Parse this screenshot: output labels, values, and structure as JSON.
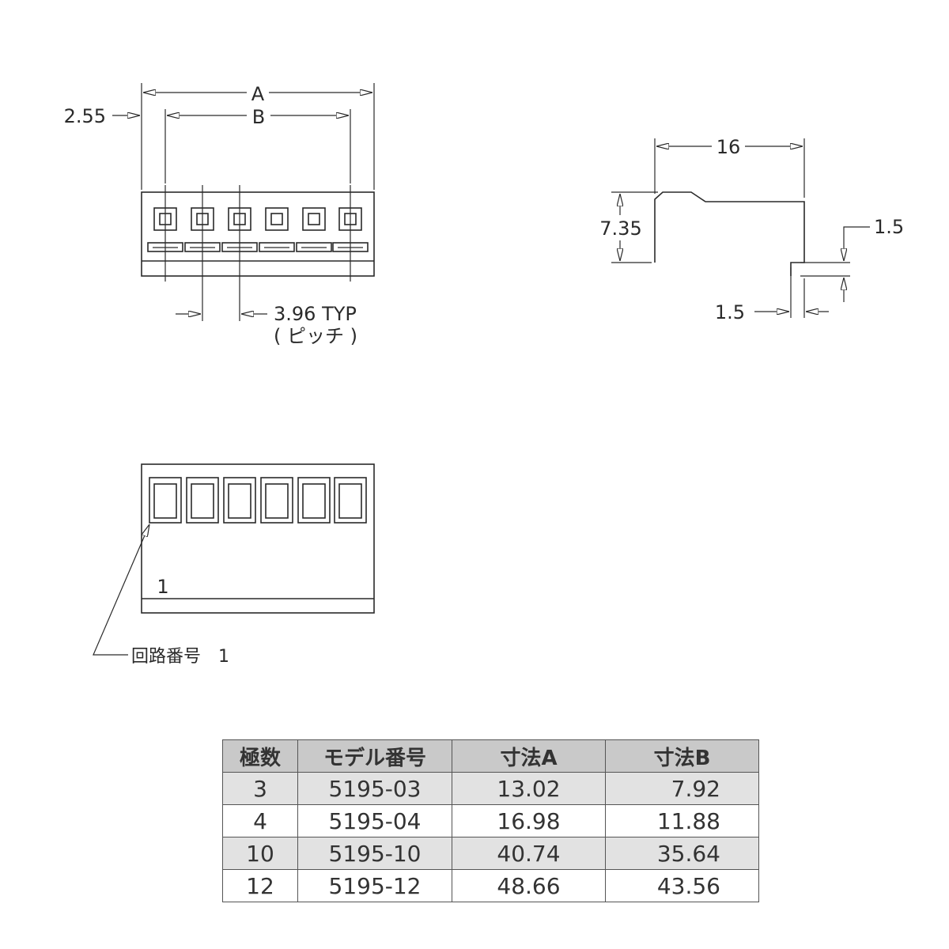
{
  "top_view": {
    "dim_a": "A",
    "dim_b": "B",
    "offset_label": "2.55",
    "pitch_label": "3.96 TYP",
    "pitch_note": "( ピッチ )"
  },
  "side_view": {
    "width_label": "16",
    "height_label": "7.35",
    "step_right_label": "1.5",
    "step_bottom_label": "1.5"
  },
  "front_view": {
    "circuit_mark": "1",
    "callout_label": "回路番号　1"
  },
  "table": {
    "headers": [
      "極数",
      "モデル番号",
      "寸法A",
      "寸法B"
    ],
    "rows": [
      {
        "poles": "3",
        "model": "5195-03",
        "dim_a": "13.02",
        "dim_b": "7.92"
      },
      {
        "poles": "4",
        "model": "5195-04",
        "dim_a": "16.98",
        "dim_b": "11.88"
      },
      {
        "poles": "10",
        "model": "5195-10",
        "dim_a": "40.74",
        "dim_b": "35.64"
      },
      {
        "poles": "12",
        "model": "5195-12",
        "dim_a": "48.66",
        "dim_b": "43.56"
      }
    ]
  }
}
